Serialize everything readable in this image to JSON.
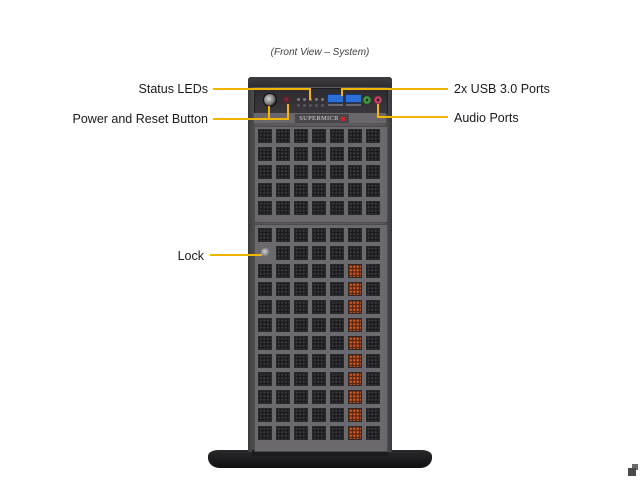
{
  "figure": {
    "caption": "(Front View – System)",
    "annotations": {
      "status_leds": "Status LEDs",
      "power_reset": "Power and Reset Button",
      "usb_ports": "2x USB 3.0 Ports",
      "audio_ports": "Audio Ports",
      "lock": "Lock"
    },
    "brand": "SUPERMICR",
    "accent_color": "#f2b600",
    "drive_led_color": "#d0561e"
  }
}
